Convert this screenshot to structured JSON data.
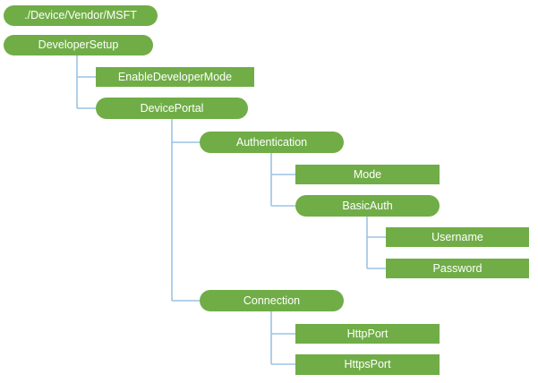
{
  "diagram": {
    "accent_color": "#70AD47",
    "connector_color": "#9CC3E5",
    "nodes": {
      "root": {
        "label": "./Device/Vendor/MSFT"
      },
      "developer_setup": {
        "label": "DeveloperSetup"
      },
      "enable_developer_mode": {
        "label": "EnableDeveloperMode"
      },
      "device_portal": {
        "label": "DevicePortal"
      },
      "authentication": {
        "label": "Authentication"
      },
      "mode": {
        "label": "Mode"
      },
      "basic_auth": {
        "label": "BasicAuth"
      },
      "username": {
        "label": "Username"
      },
      "password": {
        "label": "Password"
      },
      "connection": {
        "label": "Connection"
      },
      "http_port": {
        "label": "HttpPort"
      },
      "https_port": {
        "label": "HttpsPort"
      }
    }
  }
}
